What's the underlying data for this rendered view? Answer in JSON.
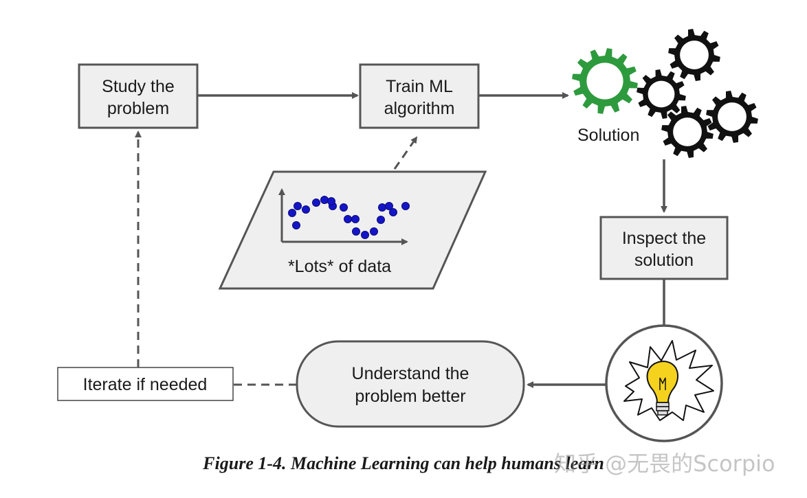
{
  "nodes": {
    "study": [
      "Study the",
      "problem"
    ],
    "train": [
      "Train ML",
      "algorithm"
    ],
    "solution": "Solution",
    "inspect": [
      "Inspect the",
      "solution"
    ],
    "understand": [
      "Understand the",
      "problem better"
    ],
    "iterate": "Iterate if needed",
    "data": "*Lots* of data"
  },
  "caption": "Figure 1-4. Machine Learning can help humans learn",
  "watermark": "知乎 @无畏的Scorpio",
  "colors": {
    "box_fill": "#efefef",
    "box_stroke": "#555555",
    "gear_green": "#2e9a3e",
    "gear_black": "#111111",
    "dot_blue": "#1515c8",
    "bulb_yellow": "#f5d21e"
  },
  "icons": [
    "gear-icon",
    "lightbulb-icon"
  ]
}
